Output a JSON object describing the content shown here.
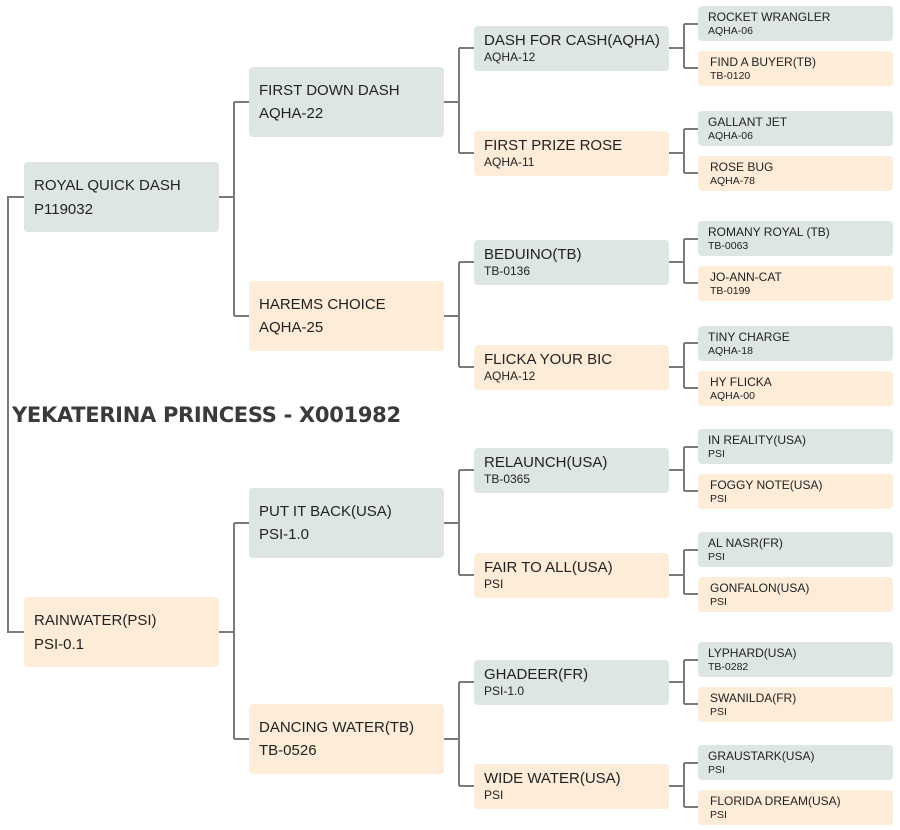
{
  "subject": "YEKATERINA PRINCESS - X001982",
  "colors": {
    "sire_box": "#dde6e1",
    "dam_box": "#fcecd8",
    "connector": "#7a7a7a"
  },
  "pedigree": {
    "sire": {
      "name": "ROYAL QUICK DASH",
      "reg": "P119032"
    },
    "dam": {
      "name": "RAINWATER(PSI)",
      "reg": "PSI-0.1"
    },
    "sire_sire": {
      "name": "FIRST DOWN DASH",
      "reg": "AQHA-22"
    },
    "sire_dam": {
      "name": "HAREMS CHOICE",
      "reg": "AQHA-25"
    },
    "dam_sire": {
      "name": "PUT IT BACK(USA)",
      "reg": "PSI-1.0"
    },
    "dam_dam": {
      "name": "DANCING WATER(TB)",
      "reg": "TB-0526"
    },
    "gen3": [
      {
        "name": "DASH FOR CASH(AQHA)",
        "reg": "AQHA-12"
      },
      {
        "name": "FIRST PRIZE ROSE",
        "reg": "AQHA-11"
      },
      {
        "name": "BEDUINO(TB)",
        "reg": "TB-0136"
      },
      {
        "name": "FLICKA YOUR BIC",
        "reg": "AQHA-12"
      },
      {
        "name": "RELAUNCH(USA)",
        "reg": "TB-0365"
      },
      {
        "name": "FAIR TO ALL(USA)",
        "reg": "PSI"
      },
      {
        "name": "GHADEER(FR)",
        "reg": "PSI-1.0"
      },
      {
        "name": "WIDE WATER(USA)",
        "reg": "PSI"
      }
    ],
    "gen4": [
      {
        "name": "ROCKET WRANGLER",
        "reg": "AQHA-06"
      },
      {
        "name": "FIND A BUYER(TB)",
        "reg": "TB-0120"
      },
      {
        "name": "GALLANT JET",
        "reg": "AQHA-06"
      },
      {
        "name": "ROSE BUG",
        "reg": "AQHA-78"
      },
      {
        "name": "ROMANY ROYAL (TB)",
        "reg": "TB-0063"
      },
      {
        "name": "JO-ANN-CAT",
        "reg": "TB-0199"
      },
      {
        "name": "TINY CHARGE",
        "reg": "AQHA-18"
      },
      {
        "name": "HY FLICKA",
        "reg": "AQHA-00"
      },
      {
        "name": "IN REALITY(USA)",
        "reg": "PSI"
      },
      {
        "name": "FOGGY NOTE(USA)",
        "reg": "PSI"
      },
      {
        "name": "AL NASR(FR)",
        "reg": "PSI"
      },
      {
        "name": "GONFALON(USA)",
        "reg": "PSI"
      },
      {
        "name": "LYPHARD(USA)",
        "reg": "TB-0282"
      },
      {
        "name": "SWANILDA(FR)",
        "reg": "PSI"
      },
      {
        "name": "GRAUSTARK(USA)",
        "reg": "PSI"
      },
      {
        "name": "FLORIDA DREAM(USA)",
        "reg": "PSI"
      }
    ]
  }
}
